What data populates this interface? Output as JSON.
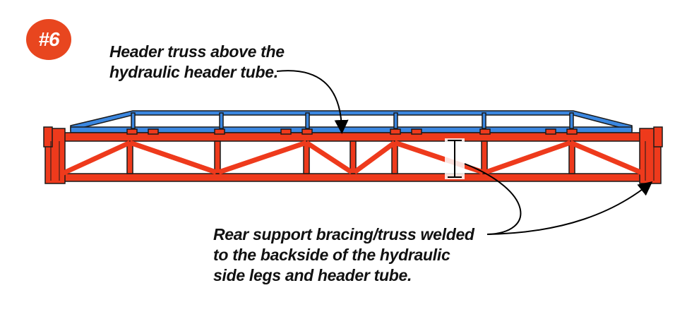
{
  "badge": {
    "label": "#6"
  },
  "callouts": {
    "header_truss": {
      "lines": [
        "Header truss above the",
        "hydraulic header tube."
      ]
    },
    "rear_support": {
      "lines": [
        "Rear support bracing/truss welded",
        "to the backside of the hydraulic",
        "side legs and header tube."
      ]
    }
  },
  "colors": {
    "badge": "#e8461f",
    "frame_red": "#ee3a1c",
    "truss_blue": "#3b87e0",
    "outline": "#1a1a1a",
    "text": "#111111"
  }
}
